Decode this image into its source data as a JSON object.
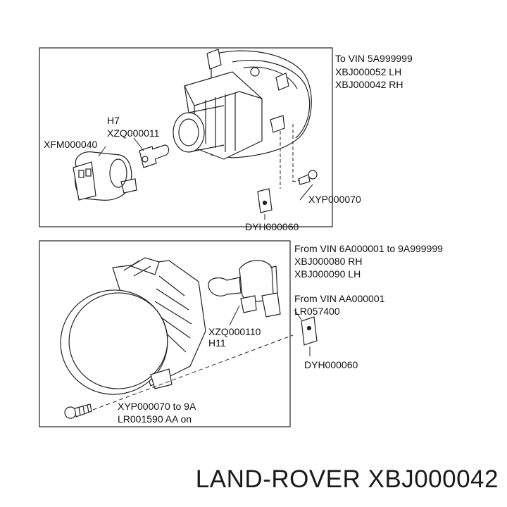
{
  "top_panel": {
    "vin_range": "To VIN 5A999999",
    "lh_part": "XBJ000052 LH",
    "rh_part": "XBJ000042 RH",
    "bulb_type": "H7",
    "bulb_part": "XZQ000011",
    "connector_part": "XFM000040",
    "screw_part": "XYP000070",
    "clip_part": "DYH000060"
  },
  "bottom_panel": {
    "vin_range_1": "From VIN 6A000001 to 9A999999",
    "rh_part": "XBJ000080 RH",
    "lh_part": "XBJ000090 LH",
    "vin_range_2": "From VIN AA000001",
    "lamp_part": "LR057400",
    "bulb_part": "XZQ000110",
    "bulb_type": "H11",
    "clip_part": "DYH000060",
    "screw_part": "XYP000070 to 9A",
    "screw_part_alt": "LR001590 AA on"
  },
  "footer": {
    "title": "LAND-ROVER XBJ000042"
  }
}
